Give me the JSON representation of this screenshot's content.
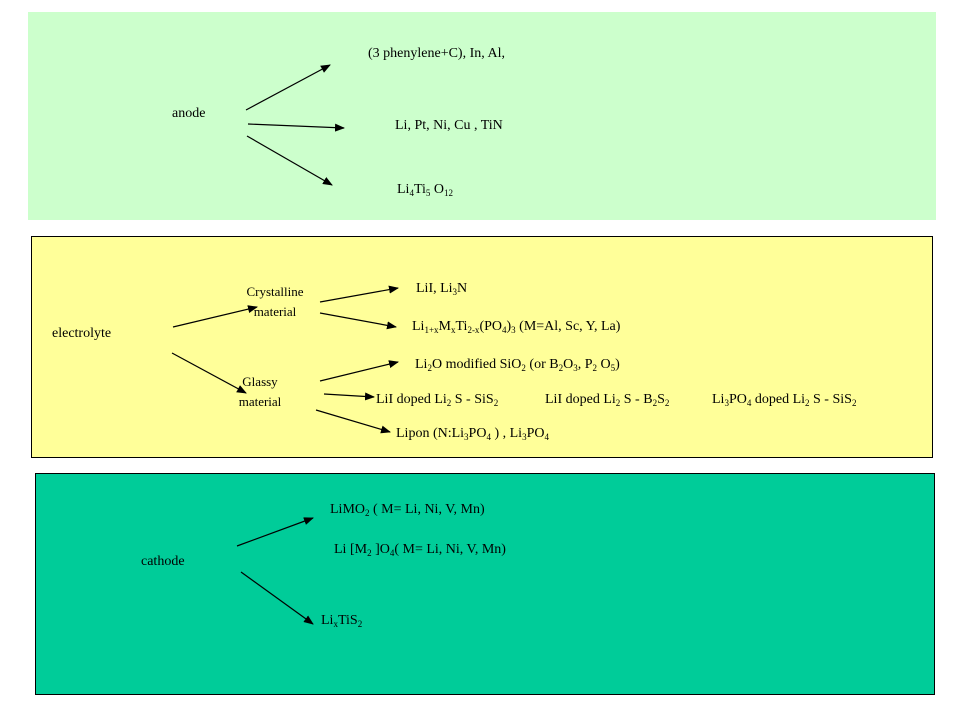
{
  "colors": {
    "anode_bg": "#ccffcc",
    "electrolyte_bg": "#ffff99",
    "cathode_bg": "#00cc99",
    "arrow": "#000000"
  },
  "anode": {
    "label": "anode",
    "items": [
      "(3 phenylene+C), In,  Al,",
      "Li,  Pt,  Ni, Cu , TiN",
      "Li{4}Ti{5} O{12}"
    ]
  },
  "electrolyte": {
    "label": "electrolyte",
    "crystalline": {
      "label_line1": "Crystalline",
      "label_line2": "material",
      "items": [
        "LiI,   Li{3}N",
        "Li{1+x}M{x}Ti{2-x}(PO{4}){3}  (M=Al, Sc, Y, La)"
      ]
    },
    "glassy": {
      "label_line1": "Glassy",
      "label_line2": "material",
      "items": [
        "Li{2}O modified SiO{2} (or B{2}O{3}, P{2} O{5})",
        "LiI doped Li{2} S - SiS{2}",
        "LiI doped Li{2} S - B{2}S{2}",
        "Li{3}PO{4} doped Li{2} S - SiS{2}",
        "Lipon (N:Li{3}PO{4} ) ,    Li{3}PO{4}"
      ]
    }
  },
  "cathode": {
    "label": "cathode",
    "items": [
      "LiMO{2}  ( M= Li,  Ni, V, Mn)",
      "Li [M{2} ]O{4}( M= Li,  Ni, V, Mn)",
      "Li{x}TiS{2}"
    ]
  }
}
